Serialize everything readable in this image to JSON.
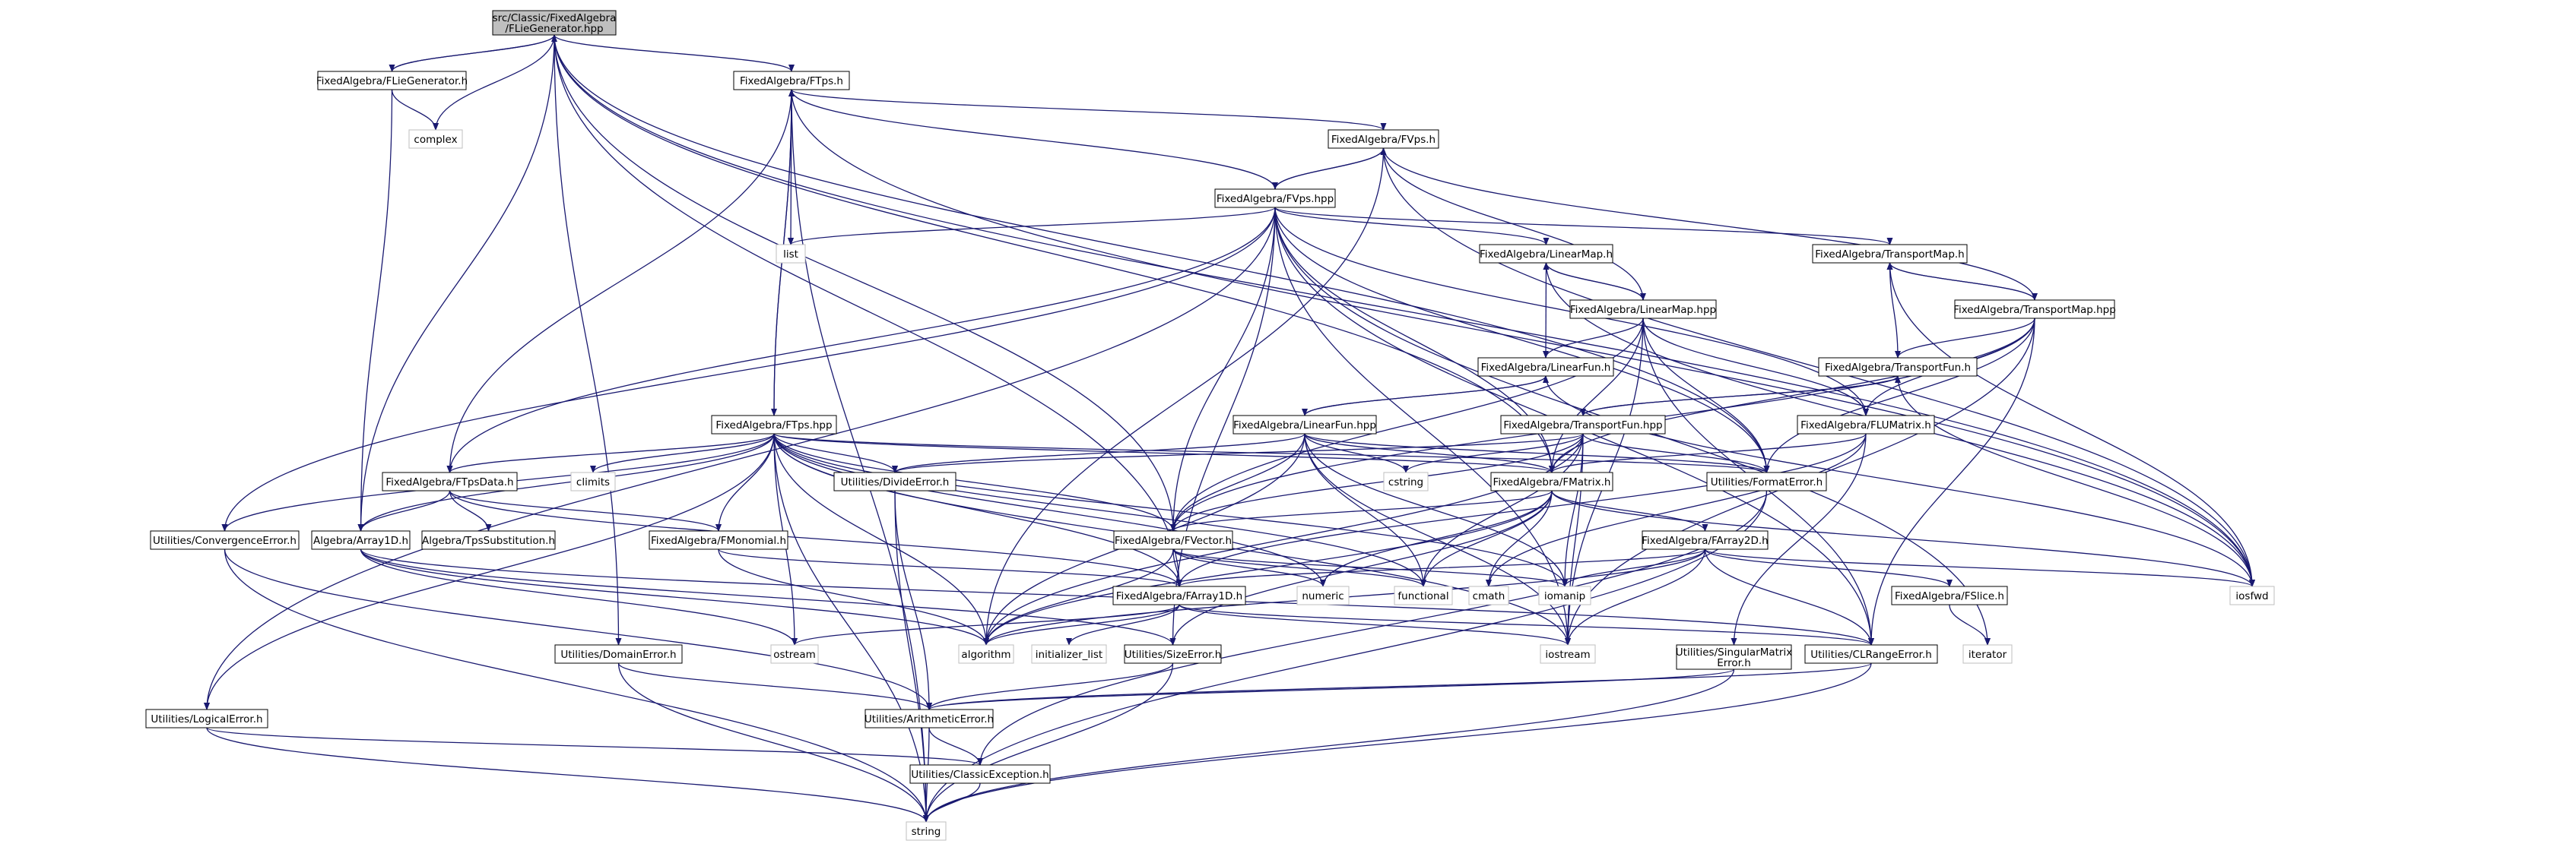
{
  "diagram": {
    "colors": {
      "edge": "#191970",
      "node_border": "#000000",
      "node_fill": "#ffffff",
      "root_fill": "#bfbfbf",
      "external_border": "#bfbfbf"
    },
    "nodes": [
      {
        "id": "root",
        "lines": [
          "src/Classic/FixedAlgebra",
          "/FLieGenerator.hpp"
        ],
        "kind": "root"
      },
      {
        "id": "FLieGenerator_h",
        "lines": [
          "FixedAlgebra/FLieGenerator.h"
        ],
        "kind": "internal"
      },
      {
        "id": "complex",
        "lines": [
          "complex"
        ],
        "kind": "external"
      },
      {
        "id": "FTps_h",
        "lines": [
          "FixedAlgebra/FTps.h"
        ],
        "kind": "internal"
      },
      {
        "id": "FVps_h",
        "lines": [
          "FixedAlgebra/FVps.h"
        ],
        "kind": "internal"
      },
      {
        "id": "FVps_hpp",
        "lines": [
          "FixedAlgebra/FVps.hpp"
        ],
        "kind": "internal"
      },
      {
        "id": "list",
        "lines": [
          "list"
        ],
        "kind": "external"
      },
      {
        "id": "LinearMap_h",
        "lines": [
          "FixedAlgebra/LinearMap.h"
        ],
        "kind": "internal"
      },
      {
        "id": "TransportMap_h",
        "lines": [
          "FixedAlgebra/TransportMap.h"
        ],
        "kind": "internal"
      },
      {
        "id": "LinearMap_hpp",
        "lines": [
          "FixedAlgebra/LinearMap.hpp"
        ],
        "kind": "internal"
      },
      {
        "id": "TransportMap_hpp",
        "lines": [
          "FixedAlgebra/TransportMap.hpp"
        ],
        "kind": "internal"
      },
      {
        "id": "LinearFun_h",
        "lines": [
          "FixedAlgebra/LinearFun.h"
        ],
        "kind": "internal"
      },
      {
        "id": "TransportFun_h",
        "lines": [
          "FixedAlgebra/TransportFun.h"
        ],
        "kind": "internal"
      },
      {
        "id": "FTps_hpp",
        "lines": [
          "FixedAlgebra/FTps.hpp"
        ],
        "kind": "internal"
      },
      {
        "id": "LinearFun_hpp",
        "lines": [
          "FixedAlgebra/LinearFun.hpp"
        ],
        "kind": "internal"
      },
      {
        "id": "TransportFun_hpp",
        "lines": [
          "FixedAlgebra/TransportFun.hpp"
        ],
        "kind": "internal"
      },
      {
        "id": "FLUMatrix_h",
        "lines": [
          "FixedAlgebra/FLUMatrix.h"
        ],
        "kind": "internal"
      },
      {
        "id": "climits",
        "lines": [
          "climits"
        ],
        "kind": "external"
      },
      {
        "id": "FTpsData_h",
        "lines": [
          "FixedAlgebra/FTpsData.h"
        ],
        "kind": "internal"
      },
      {
        "id": "DivideError_h",
        "lines": [
          "Utilities/DivideError.h"
        ],
        "kind": "internal"
      },
      {
        "id": "cstring",
        "lines": [
          "cstring"
        ],
        "kind": "external"
      },
      {
        "id": "FMatrix_h",
        "lines": [
          "FixedAlgebra/FMatrix.h"
        ],
        "kind": "internal"
      },
      {
        "id": "FormatError_h",
        "lines": [
          "Utilities/FormatError.h"
        ],
        "kind": "internal"
      },
      {
        "id": "ConvergenceError_h",
        "lines": [
          "Utilities/ConvergenceError.h"
        ],
        "kind": "internal"
      },
      {
        "id": "Array1D_h",
        "lines": [
          "Algebra/Array1D.h"
        ],
        "kind": "internal"
      },
      {
        "id": "TpsSubstitution_h",
        "lines": [
          "Algebra/TpsSubstitution.h"
        ],
        "kind": "internal"
      },
      {
        "id": "FMonomial_h",
        "lines": [
          "FixedAlgebra/FMonomial.h"
        ],
        "kind": "internal"
      },
      {
        "id": "FVector_h",
        "lines": [
          "FixedAlgebra/FVector.h"
        ],
        "kind": "internal"
      },
      {
        "id": "FArray2D_h",
        "lines": [
          "FixedAlgebra/FArray2D.h"
        ],
        "kind": "internal"
      },
      {
        "id": "numeric",
        "lines": [
          "numeric"
        ],
        "kind": "external"
      },
      {
        "id": "functional",
        "lines": [
          "functional"
        ],
        "kind": "external"
      },
      {
        "id": "cmath",
        "lines": [
          "cmath"
        ],
        "kind": "external"
      },
      {
        "id": "iomanip",
        "lines": [
          "iomanip"
        ],
        "kind": "external"
      },
      {
        "id": "iosfwd",
        "lines": [
          "iosfwd"
        ],
        "kind": "external"
      },
      {
        "id": "FArray1D_h",
        "lines": [
          "FixedAlgebra/FArray1D.h"
        ],
        "kind": "internal"
      },
      {
        "id": "FSlice_h",
        "lines": [
          "FixedAlgebra/FSlice.h"
        ],
        "kind": "internal"
      },
      {
        "id": "ostream",
        "lines": [
          "ostream"
        ],
        "kind": "external"
      },
      {
        "id": "algorithm",
        "lines": [
          "algorithm"
        ],
        "kind": "external"
      },
      {
        "id": "initializer_list",
        "lines": [
          "initializer_list"
        ],
        "kind": "external"
      },
      {
        "id": "iostream",
        "lines": [
          "iostream"
        ],
        "kind": "external"
      },
      {
        "id": "DomainError_h",
        "lines": [
          "Utilities/DomainError.h"
        ],
        "kind": "internal"
      },
      {
        "id": "SizeError_h",
        "lines": [
          "Utilities/SizeError.h"
        ],
        "kind": "internal"
      },
      {
        "id": "SingularMatrixError_h",
        "lines": [
          "Utilities/SingularMatrix",
          "Error.h"
        ],
        "kind": "internal"
      },
      {
        "id": "CLRangeError_h",
        "lines": [
          "Utilities/CLRangeError.h"
        ],
        "kind": "internal"
      },
      {
        "id": "iterator",
        "lines": [
          "iterator"
        ],
        "kind": "external"
      },
      {
        "id": "LogicalError_h",
        "lines": [
          "Utilities/LogicalError.h"
        ],
        "kind": "internal"
      },
      {
        "id": "ArithmeticError_h",
        "lines": [
          "Utilities/ArithmeticError.h"
        ],
        "kind": "internal"
      },
      {
        "id": "ClassicException_h",
        "lines": [
          "Utilities/ClassicException.h"
        ],
        "kind": "internal"
      },
      {
        "id": "string",
        "lines": [
          "string"
        ],
        "kind": "external"
      }
    ],
    "edges": [
      [
        "root",
        "FLieGenerator_h"
      ],
      [
        "root",
        "complex"
      ],
      [
        "root",
        "FTps_h"
      ],
      [
        "root",
        "iosfwd"
      ],
      [
        "root",
        "Array1D_h"
      ],
      [
        "root",
        "FVector_h"
      ],
      [
        "root",
        "FMatrix_h"
      ],
      [
        "root",
        "FArray1D_h"
      ],
      [
        "root",
        "FormatError_h"
      ],
      [
        "root",
        "DomainError_h"
      ],
      [
        "FLieGenerator_h",
        "root"
      ],
      [
        "FLieGenerator_h",
        "complex"
      ],
      [
        "FLieGenerator_h",
        "Array1D_h"
      ],
      [
        "FTps_h",
        "FTps_hpp"
      ],
      [
        "FTps_h",
        "FVps_h"
      ],
      [
        "FTps_h",
        "list"
      ],
      [
        "FTps_h",
        "FTpsData_h"
      ],
      [
        "FTps_h",
        "iosfwd"
      ],
      [
        "FTps_h",
        "string"
      ],
      [
        "FTps_hpp",
        "FTps_h"
      ],
      [
        "FTps_hpp",
        "Array1D_h"
      ],
      [
        "FTps_hpp",
        "FArray1D_h"
      ],
      [
        "FTps_hpp",
        "FMonomial_h"
      ],
      [
        "FTps_hpp",
        "FTpsData_h"
      ],
      [
        "FTps_hpp",
        "FVector_h"
      ],
      [
        "FTps_hpp",
        "FMatrix_h"
      ],
      [
        "FTps_hpp",
        "DivideError_h"
      ],
      [
        "FTps_hpp",
        "FormatError_h"
      ],
      [
        "FTps_hpp",
        "ConvergenceError_h"
      ],
      [
        "FTps_hpp",
        "LogicalError_h"
      ],
      [
        "FTps_hpp",
        "climits"
      ],
      [
        "FTps_hpp",
        "iostream"
      ],
      [
        "FTps_hpp",
        "algorithm"
      ],
      [
        "FTps_hpp",
        "functional"
      ],
      [
        "FTps_hpp",
        "numeric"
      ],
      [
        "FTps_hpp",
        "iomanip"
      ],
      [
        "FTps_hpp",
        "ostream"
      ],
      [
        "FTps_hpp",
        "string"
      ],
      [
        "FVps_h",
        "FVps_hpp"
      ],
      [
        "FVps_h",
        "iosfwd"
      ],
      [
        "FVps_h",
        "algorithm"
      ],
      [
        "FVps_hpp",
        "FVps_h"
      ],
      [
        "FVps_hpp",
        "FTps_h"
      ],
      [
        "FVps_hpp",
        "list"
      ],
      [
        "FVps_hpp",
        "LinearMap_h"
      ],
      [
        "FVps_hpp",
        "TransportMap_h"
      ],
      [
        "FVps_hpp",
        "FTpsData_h"
      ],
      [
        "FVps_hpp",
        "FVector_h"
      ],
      [
        "FVps_hpp",
        "FMatrix_h"
      ],
      [
        "FVps_hpp",
        "FLUMatrix_h"
      ],
      [
        "FVps_hpp",
        "FormatError_h"
      ],
      [
        "FVps_hpp",
        "ConvergenceError_h"
      ],
      [
        "FVps_hpp",
        "CLRangeError_h"
      ],
      [
        "FVps_hpp",
        "LogicalError_h"
      ],
      [
        "FVps_hpp",
        "SizeError_h"
      ],
      [
        "FVps_hpp",
        "iostream"
      ],
      [
        "FVps_hpp",
        "iterator"
      ],
      [
        "LinearMap_h",
        "LinearMap_hpp"
      ],
      [
        "LinearMap_h",
        "iosfwd"
      ],
      [
        "LinearMap_hpp",
        "LinearMap_h"
      ],
      [
        "LinearMap_hpp",
        "LinearFun_h"
      ],
      [
        "LinearMap_hpp",
        "FVps_h"
      ],
      [
        "LinearMap_hpp",
        "FMatrix_h"
      ],
      [
        "LinearMap_hpp",
        "FVector_h"
      ],
      [
        "LinearMap_hpp",
        "FLUMatrix_h"
      ],
      [
        "LinearMap_hpp",
        "FormatError_h"
      ],
      [
        "LinearMap_hpp",
        "CLRangeError_h"
      ],
      [
        "LinearMap_hpp",
        "iostream"
      ],
      [
        "TransportMap_h",
        "TransportMap_hpp"
      ],
      [
        "TransportMap_h",
        "iosfwd"
      ],
      [
        "TransportMap_hpp",
        "TransportMap_h"
      ],
      [
        "TransportMap_hpp",
        "TransportFun_h"
      ],
      [
        "TransportMap_hpp",
        "FVps_h"
      ],
      [
        "TransportMap_hpp",
        "FMatrix_h"
      ],
      [
        "TransportMap_hpp",
        "FVector_h"
      ],
      [
        "TransportMap_hpp",
        "FLUMatrix_h"
      ],
      [
        "TransportMap_hpp",
        "FormatError_h"
      ],
      [
        "TransportMap_hpp",
        "CLRangeError_h"
      ],
      [
        "TransportMap_hpp",
        "iostream"
      ],
      [
        "LinearFun_h",
        "LinearFun_hpp"
      ],
      [
        "LinearFun_h",
        "LinearMap_h"
      ],
      [
        "LinearFun_h",
        "iosfwd"
      ],
      [
        "LinearFun_hpp",
        "LinearFun_h"
      ],
      [
        "LinearFun_hpp",
        "FMatrix_h"
      ],
      [
        "LinearFun_hpp",
        "FVector_h"
      ],
      [
        "LinearFun_hpp",
        "DivideError_h"
      ],
      [
        "LinearFun_hpp",
        "FormatError_h"
      ],
      [
        "LinearFun_hpp",
        "cstring"
      ],
      [
        "LinearFun_hpp",
        "iostream"
      ],
      [
        "LinearFun_hpp",
        "algorithm"
      ],
      [
        "LinearFun_hpp",
        "functional"
      ],
      [
        "LinearFun_hpp",
        "iomanip"
      ],
      [
        "TransportFun_h",
        "TransportFun_hpp"
      ],
      [
        "TransportFun_h",
        "TransportMap_h"
      ],
      [
        "TransportFun_h",
        "iosfwd"
      ],
      [
        "TransportFun_hpp",
        "TransportFun_h"
      ],
      [
        "TransportFun_hpp",
        "FMatrix_h"
      ],
      [
        "TransportFun_hpp",
        "FVector_h"
      ],
      [
        "TransportFun_hpp",
        "DivideError_h"
      ],
      [
        "TransportFun_hpp",
        "FormatError_h"
      ],
      [
        "TransportFun_hpp",
        "cstring"
      ],
      [
        "TransportFun_hpp",
        "iostream"
      ],
      [
        "TransportFun_hpp",
        "algorithm"
      ],
      [
        "TransportFun_hpp",
        "functional"
      ],
      [
        "TransportFun_hpp",
        "iomanip"
      ],
      [
        "FLUMatrix_h",
        "FMatrix_h"
      ],
      [
        "FLUMatrix_h",
        "FArray1D_h"
      ],
      [
        "FLUMatrix_h",
        "SingularMatrixError_h"
      ],
      [
        "FLUMatrix_h",
        "cmath"
      ],
      [
        "FTpsData_h",
        "Array1D_h"
      ],
      [
        "FTpsData_h",
        "TpsSubstitution_h"
      ],
      [
        "FTpsData_h",
        "FMonomial_h"
      ],
      [
        "FTpsData_h",
        "FArray1D_h"
      ],
      [
        "DivideError_h",
        "ArithmeticError_h"
      ],
      [
        "DivideError_h",
        "string"
      ],
      [
        "FMatrix_h",
        "FArray2D_h"
      ],
      [
        "FMatrix_h",
        "FVector_h"
      ],
      [
        "FMatrix_h",
        "SizeError_h"
      ],
      [
        "FMatrix_h",
        "algorithm"
      ],
      [
        "FMatrix_h",
        "cmath"
      ],
      [
        "FMatrix_h",
        "numeric"
      ],
      [
        "FMatrix_h",
        "functional"
      ],
      [
        "FMatrix_h",
        "iosfwd"
      ],
      [
        "FormatError_h",
        "ClassicException_h"
      ],
      [
        "FormatError_h",
        "string"
      ],
      [
        "ConvergenceError_h",
        "ArithmeticError_h"
      ],
      [
        "ConvergenceError_h",
        "string"
      ],
      [
        "Array1D_h",
        "SizeError_h"
      ],
      [
        "Array1D_h",
        "CLRangeError_h"
      ],
      [
        "Array1D_h",
        "algorithm"
      ],
      [
        "Array1D_h",
        "ostream"
      ],
      [
        "FMonomial_h",
        "FArray1D_h"
      ],
      [
        "FMonomial_h",
        "algorithm"
      ],
      [
        "FVector_h",
        "FArray1D_h"
      ],
      [
        "FVector_h",
        "algorithm"
      ],
      [
        "FVector_h",
        "numeric"
      ],
      [
        "FVector_h",
        "functional"
      ],
      [
        "FVector_h",
        "iomanip"
      ],
      [
        "FArray2D_h",
        "FArray1D_h"
      ],
      [
        "FArray2D_h",
        "FSlice_h"
      ],
      [
        "FArray2D_h",
        "CLRangeError_h"
      ],
      [
        "FArray2D_h",
        "algorithm"
      ],
      [
        "FArray2D_h",
        "iomanip"
      ],
      [
        "FArray2D_h",
        "iosfwd"
      ],
      [
        "FArray2D_h",
        "iostream"
      ],
      [
        "FArray1D_h",
        "CLRangeError_h"
      ],
      [
        "FArray1D_h",
        "algorithm"
      ],
      [
        "FArray1D_h",
        "initializer_list"
      ],
      [
        "FArray1D_h",
        "iostream"
      ],
      [
        "FArray1D_h",
        "ostream"
      ],
      [
        "FSlice_h",
        "iterator"
      ],
      [
        "DomainError_h",
        "ArithmeticError_h"
      ],
      [
        "DomainError_h",
        "string"
      ],
      [
        "SizeError_h",
        "ArithmeticError_h"
      ],
      [
        "SizeError_h",
        "string"
      ],
      [
        "SingularMatrixError_h",
        "ArithmeticError_h"
      ],
      [
        "SingularMatrixError_h",
        "string"
      ],
      [
        "CLRangeError_h",
        "ArithmeticError_h"
      ],
      [
        "CLRangeError_h",
        "string"
      ],
      [
        "LogicalError_h",
        "ClassicException_h"
      ],
      [
        "LogicalError_h",
        "string"
      ],
      [
        "ArithmeticError_h",
        "ClassicException_h"
      ],
      [
        "ArithmeticError_h",
        "string"
      ],
      [
        "ClassicException_h",
        "string"
      ]
    ]
  }
}
